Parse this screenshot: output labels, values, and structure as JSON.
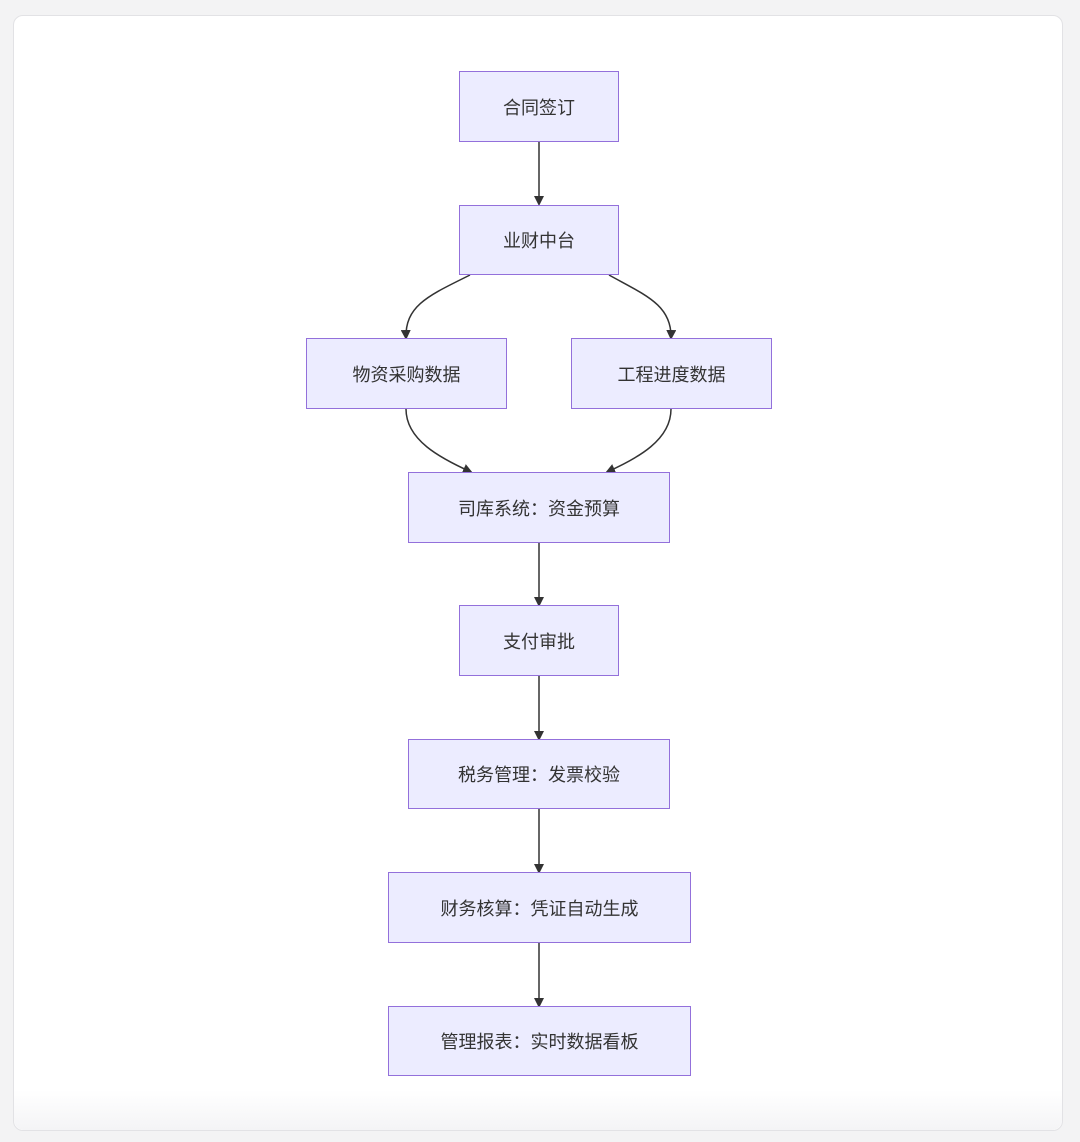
{
  "diagram": {
    "nodes": {
      "n1": "合同签订",
      "n2": "业财中台",
      "n3": "物资采购数据",
      "n4": "工程进度数据",
      "n5": "司库系统：资金预算",
      "n6": "支付审批",
      "n7": "税务管理：发票校验",
      "n8": "财务核算：凭证自动生成",
      "n9": "管理报表：实时数据看板"
    },
    "edges": [
      [
        "n1",
        "n2"
      ],
      [
        "n2",
        "n3"
      ],
      [
        "n2",
        "n4"
      ],
      [
        "n3",
        "n5"
      ],
      [
        "n4",
        "n5"
      ],
      [
        "n5",
        "n6"
      ],
      [
        "n6",
        "n7"
      ],
      [
        "n7",
        "n8"
      ],
      [
        "n8",
        "n9"
      ]
    ],
    "colors": {
      "node_fill": "#ececff",
      "node_border": "#9370db",
      "edge": "#333333",
      "text": "#333333"
    }
  }
}
